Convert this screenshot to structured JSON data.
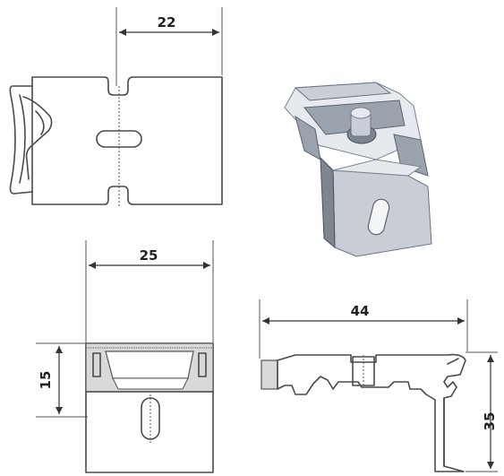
{
  "dimensions": {
    "top_view_width": "22",
    "front_view_width": "25",
    "front_view_height": "15",
    "side_view_width": "44",
    "side_view_height": "35"
  },
  "colors": {
    "line": "#4a4a4a",
    "photo_metal": "#c9ced6"
  }
}
